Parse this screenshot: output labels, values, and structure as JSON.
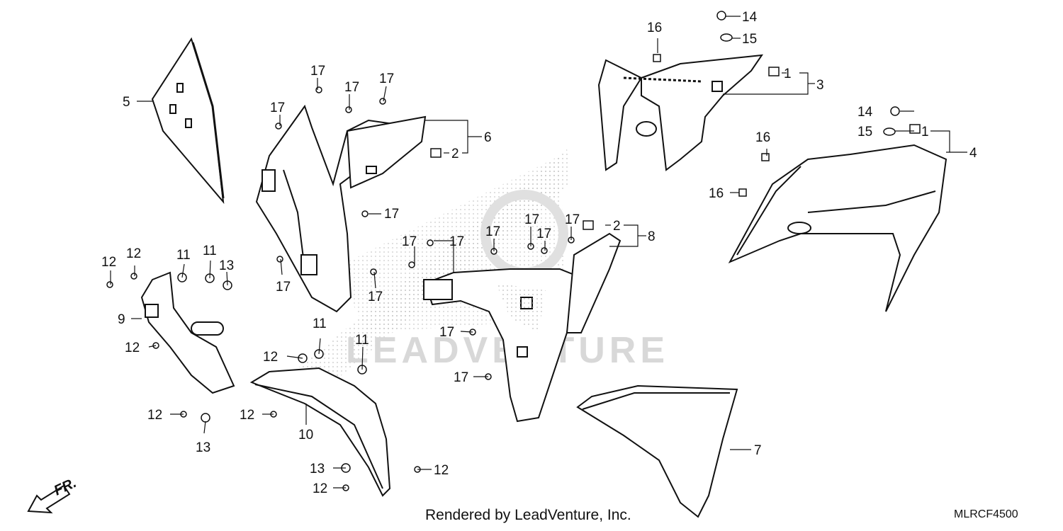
{
  "diagram": {
    "watermark": "LEADVENTURE",
    "direction_label": "FR.",
    "footer_credit": "Rendered by LeadVenture, Inc.",
    "diagram_code": "MLRCF4500",
    "callouts": [
      {
        "id": "c1a",
        "text": "1"
      },
      {
        "id": "c1b",
        "text": "1"
      },
      {
        "id": "c2a",
        "text": "2"
      },
      {
        "id": "c2b",
        "text": "2"
      },
      {
        "id": "c3",
        "text": "3"
      },
      {
        "id": "c4",
        "text": "4"
      },
      {
        "id": "c5",
        "text": "5"
      },
      {
        "id": "c6",
        "text": "6"
      },
      {
        "id": "c7",
        "text": "7"
      },
      {
        "id": "c8",
        "text": "8"
      },
      {
        "id": "c9",
        "text": "9"
      },
      {
        "id": "c10",
        "text": "10"
      },
      {
        "id": "c11a",
        "text": "11"
      },
      {
        "id": "c11b",
        "text": "11"
      },
      {
        "id": "c11c",
        "text": "11"
      },
      {
        "id": "c11d",
        "text": "11"
      },
      {
        "id": "c12a",
        "text": "12"
      },
      {
        "id": "c12b",
        "text": "12"
      },
      {
        "id": "c12c",
        "text": "12"
      },
      {
        "id": "c12d",
        "text": "12"
      },
      {
        "id": "c12e",
        "text": "12"
      },
      {
        "id": "c12f",
        "text": "12"
      },
      {
        "id": "c12g",
        "text": "12"
      },
      {
        "id": "c12h",
        "text": "12"
      },
      {
        "id": "c13a",
        "text": "13"
      },
      {
        "id": "c13b",
        "text": "13"
      },
      {
        "id": "c13c",
        "text": "13"
      },
      {
        "id": "c14a",
        "text": "14"
      },
      {
        "id": "c14b",
        "text": "14"
      },
      {
        "id": "c15a",
        "text": "15"
      },
      {
        "id": "c15b",
        "text": "15"
      },
      {
        "id": "c16a",
        "text": "16"
      },
      {
        "id": "c16b",
        "text": "16"
      },
      {
        "id": "c16c",
        "text": "16"
      },
      {
        "id": "c17a",
        "text": "17"
      },
      {
        "id": "c17b",
        "text": "17"
      },
      {
        "id": "c17c",
        "text": "17"
      },
      {
        "id": "c17d",
        "text": "17"
      },
      {
        "id": "c17e",
        "text": "17"
      },
      {
        "id": "c17f",
        "text": "17"
      },
      {
        "id": "c17g",
        "text": "17"
      },
      {
        "id": "c17h",
        "text": "17"
      },
      {
        "id": "c17i",
        "text": "17"
      },
      {
        "id": "c17j",
        "text": "17"
      },
      {
        "id": "c17k",
        "text": "17"
      },
      {
        "id": "c17l",
        "text": "17"
      },
      {
        "id": "c17m",
        "text": "17"
      },
      {
        "id": "c17n",
        "text": "17"
      },
      {
        "id": "c17o",
        "text": "17"
      }
    ]
  }
}
